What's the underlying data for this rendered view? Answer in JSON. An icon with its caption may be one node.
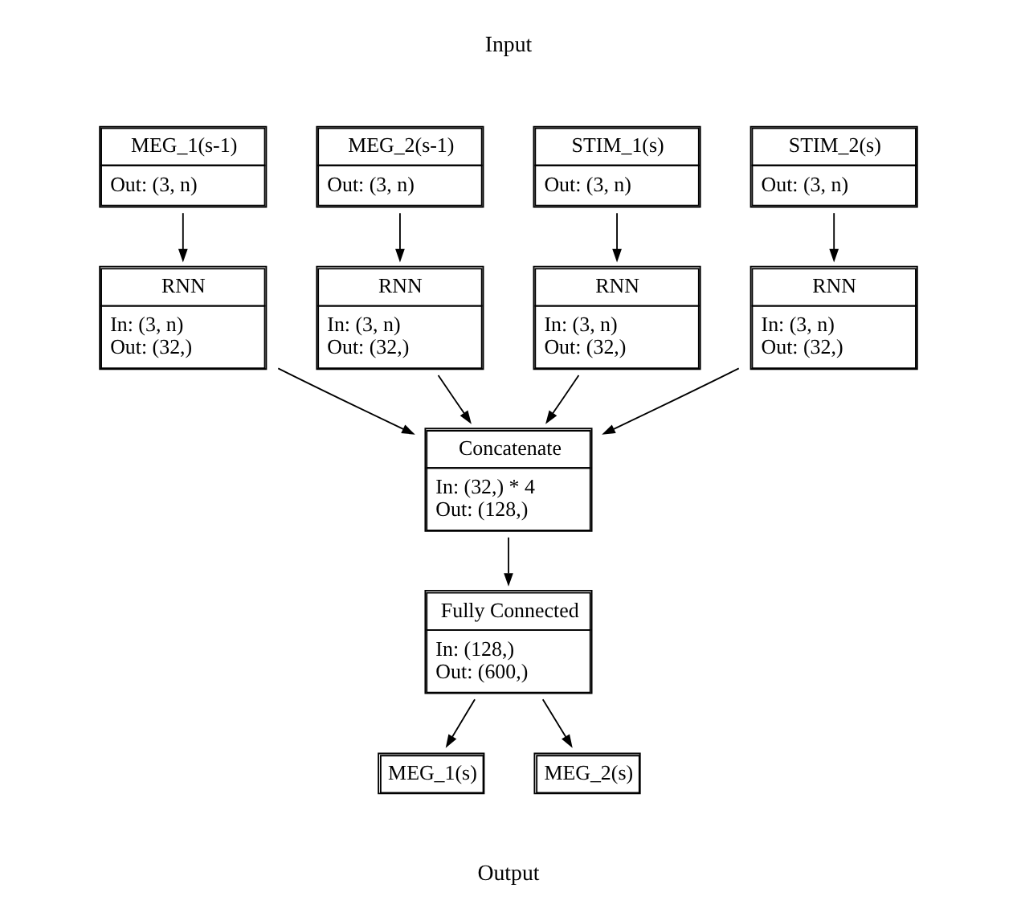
{
  "diagram": {
    "nodes": [
      {
        "text": [
          "MEG_1(s-1)",
          "Out: (3, n)"
        ]
      },
      {
        "text": [
          "MEG_2(s-1)",
          "Out: (3, n)"
        ]
      },
      {
        "text": [
          "STIM_1(s)",
          "Out: (3, n)"
        ]
      },
      {
        "text": [
          "STIM_2(s)",
          "Out: (3, n)"
        ]
      },
      {
        "text": [
          "RNN",
          "In: (3, n)",
          "Out: (32,)"
        ]
      },
      {
        "text": [
          "RNN",
          "In: (3, n)",
          "Out: (32,)"
        ]
      },
      {
        "text": [
          "RNN",
          "In: (3, n)",
          "Out: (32,)"
        ]
      },
      {
        "text": [
          "RNN",
          "In: (3, n)",
          "Out: (32,)"
        ]
      },
      {
        "text": [
          "Concatenate",
          "In: (32,) * 4",
          "Out: (128,)"
        ]
      },
      {
        "text": [
          "Fully Connected",
          "In: (128,)",
          "Out: (600,)"
        ]
      },
      {
        "text": [
          "MEG_1(s)"
        ]
      },
      {
        "text": [
          "MEG_2(s)"
        ]
      }
    ],
    "edges": [
      {
        "from": 0,
        "to": 4,
        "arrow": "to"
      },
      {
        "from": 1,
        "to": 5,
        "arrow": "to"
      },
      {
        "from": 2,
        "to": 6,
        "arrow": "to"
      },
      {
        "from": 3,
        "to": 7,
        "arrow": "to"
      },
      {
        "from": 4,
        "to": 8,
        "arrow": "to"
      },
      {
        "from": 5,
        "to": 8,
        "arrow": "to"
      },
      {
        "from": 6,
        "to": 8,
        "arrow": "to"
      },
      {
        "from": 7,
        "to": 8,
        "arrow": "to"
      },
      {
        "from": 8,
        "to": 9,
        "arrow": "to"
      },
      {
        "from": 9,
        "to": 10,
        "arrow": "to"
      },
      {
        "from": 9,
        "to": 11,
        "arrow": "to"
      }
    ],
    "labels": [
      "Input",
      "Output"
    ]
  }
}
